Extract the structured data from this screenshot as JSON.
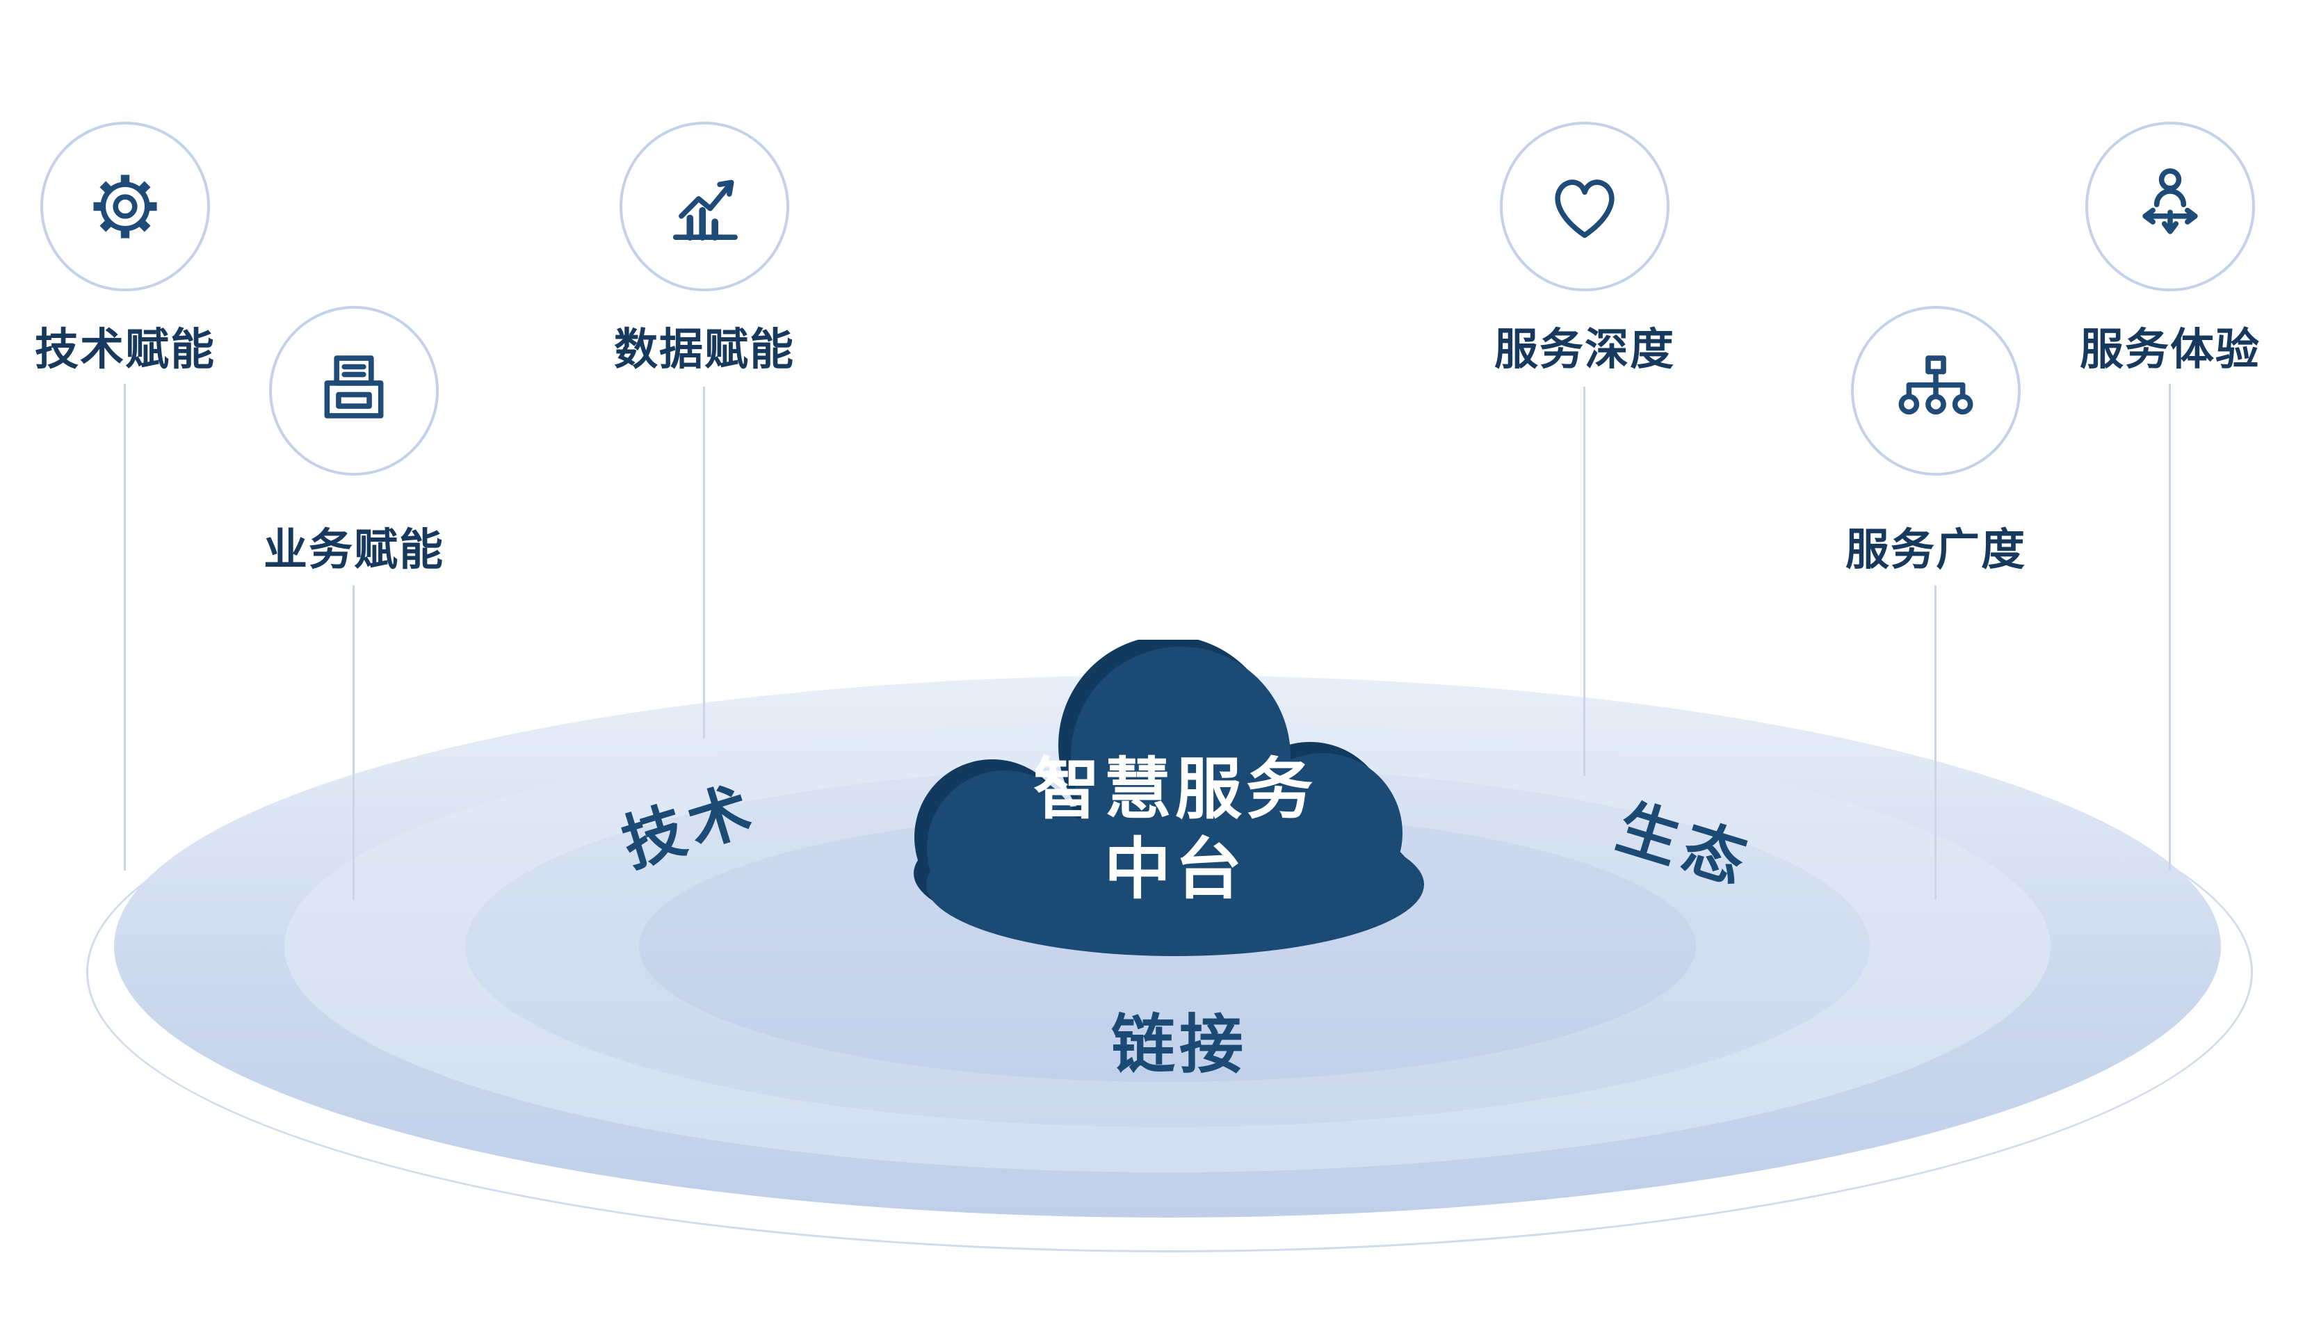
{
  "diagram": {
    "center_cloud": {
      "title_line1": "智慧服务",
      "title_line2": "中台"
    },
    "ring_labels": {
      "left": "技术",
      "right": "生态",
      "bottom": "链接"
    },
    "nodes": [
      {
        "label": "技术赋能",
        "icon": "gear-icon"
      },
      {
        "label": "业务赋能",
        "icon": "printer-icon"
      },
      {
        "label": "数据赋能",
        "icon": "bar-chart-arrow-icon"
      },
      {
        "label": "服务深度",
        "icon": "heart-icon"
      },
      {
        "label": "服务广度",
        "icon": "sitemap-icon"
      },
      {
        "label": "服务体验",
        "icon": "person-direction-arrows-icon"
      }
    ],
    "colors": {
      "cloud_navy": "#1B4A74",
      "cloud_navy_dark": "#123A5F",
      "text_navy": "#17395E",
      "circle_border": "#C3D2E8",
      "connector_line": "#C9D5E8",
      "ring_light": "#E9EFF8",
      "ring_deep": "#BFCFE9"
    }
  }
}
